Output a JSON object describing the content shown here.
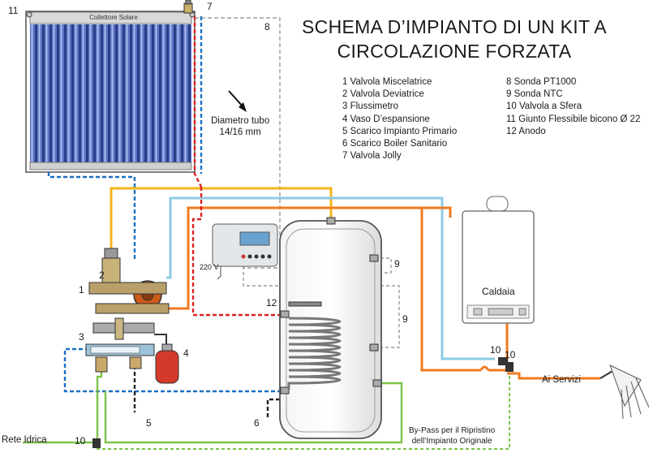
{
  "title": {
    "line1": "SCHEMA D’IMPIANTO DI UN KIT A",
    "line2": "CIRCOLAZIONE FORZATA"
  },
  "legend_left": [
    "1 Valvola Miscelatrice",
    "2 Valvola Deviatrice",
    "3 Flussimetro",
    "4 Vaso D’espansione",
    "5 Scarico Impianto Primario",
    "6 Scarico Boiler Sanitario",
    "7 Valvola Jolly"
  ],
  "legend_right": [
    "8 Sonda PT1000",
    "9 Sonda NTC",
    "10 Valvola a Sfera",
    "11 Giunto Flessibile bicono Ø 22",
    "12 Anodo"
  ],
  "collector_label": "Collettore Solare",
  "pipe_note": {
    "line1": "Diametro tubo",
    "line2": "14/16 mm"
  },
  "controller_voltage": "220 V",
  "boiler_label": "Caldaia",
  "services_label": "Ai Servizi",
  "mains_label": "Rete Idrica",
  "bypass_note": {
    "line1": "By-Pass per il Ripristino",
    "line2": "dell’Impianto Originale"
  },
  "markers": {
    "n1": "1",
    "n2": "2",
    "n3": "3",
    "n4": "4",
    "n5": "5",
    "n6": "6",
    "n7": "7",
    "n8": "8",
    "n9a": "9",
    "n9b": "9",
    "n10a": "10",
    "n10b": "10",
    "n10c": "10",
    "n11": "11",
    "n12": "12"
  },
  "colors": {
    "hot_pipe": "#f07a1e",
    "solar_flow": "#f5b61c",
    "cold_pipe": "#8ccbe3",
    "solar_return": "#1a6fc0",
    "hot_dashed": "#e02020",
    "bypass": "#7dc24b",
    "sensor_line": "#888888"
  }
}
